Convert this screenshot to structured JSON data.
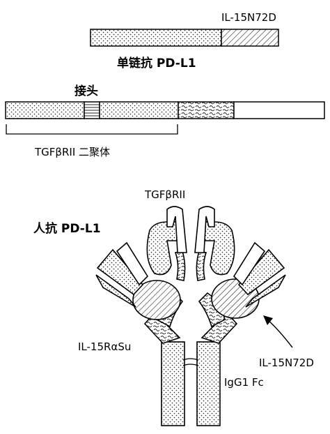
{
  "labels": {
    "il15n72d_top": "IL-15N72D",
    "scfv_pdl1": "单链抗 PD-L1",
    "linker": "接头",
    "tgfbrii_dimer": "TGFβRII 二聚体",
    "tgfbrii": "TGFβRII",
    "human_anti_pdl1": "人抗 PD-L1",
    "il15rasu": "IL-15RαSu",
    "il15n72d_bottom": "IL-15N72D",
    "igg1_fc": "IgG1 Fc"
  }
}
